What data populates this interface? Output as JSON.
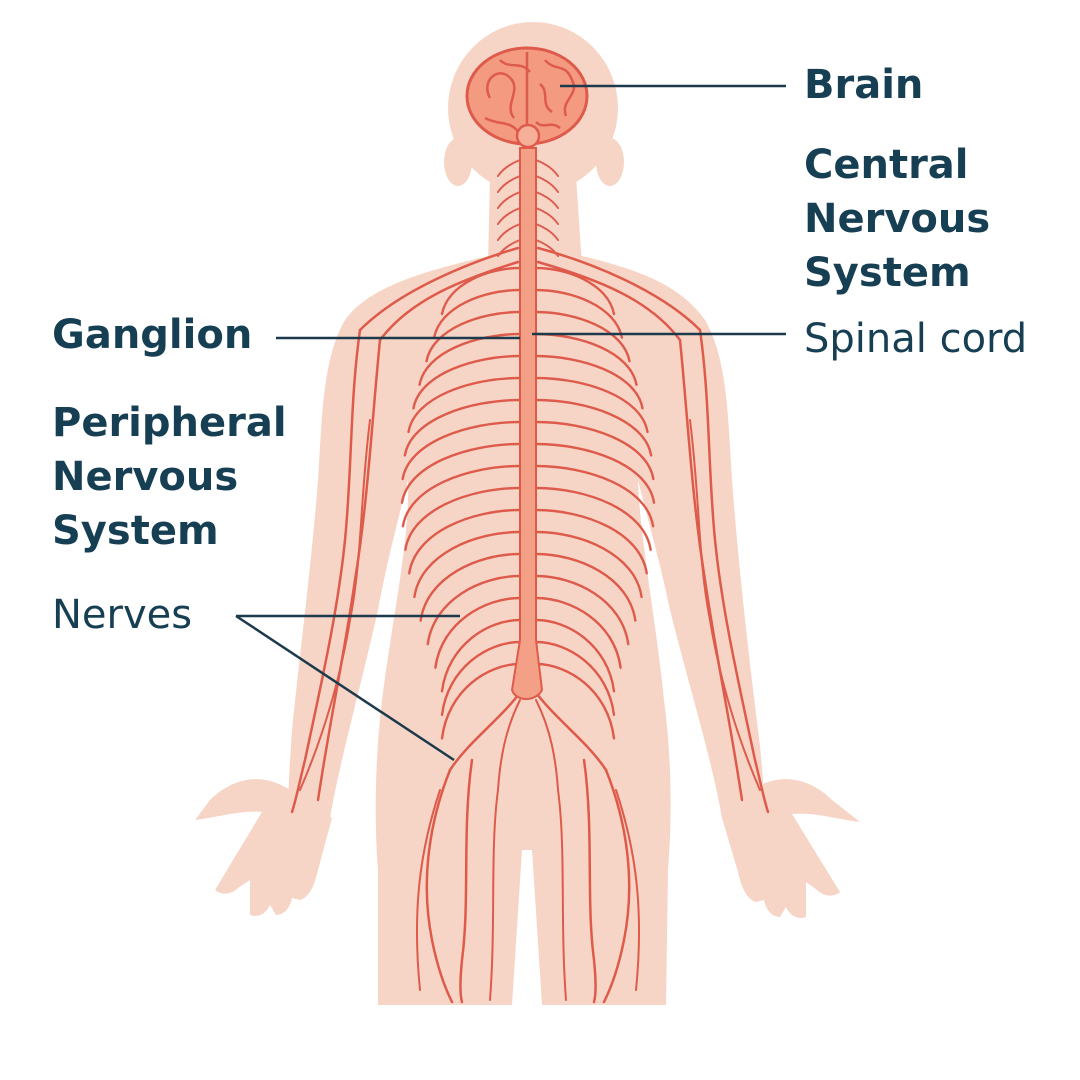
{
  "labels": {
    "brain": "Brain",
    "cns": [
      "Central",
      "Nervous",
      "System"
    ],
    "spinal_cord": "Spinal cord",
    "ganglion": "Ganglion",
    "pns": [
      "Peripheral",
      "Nervous",
      "System"
    ],
    "nerves": "Nerves"
  },
  "colors": {
    "body": "#f7d5c6",
    "nerve": "#de5b4b",
    "brain": "#f39a80",
    "cord": "#f4a086",
    "text": "#173f54",
    "leader": "#1d3a4c"
  }
}
